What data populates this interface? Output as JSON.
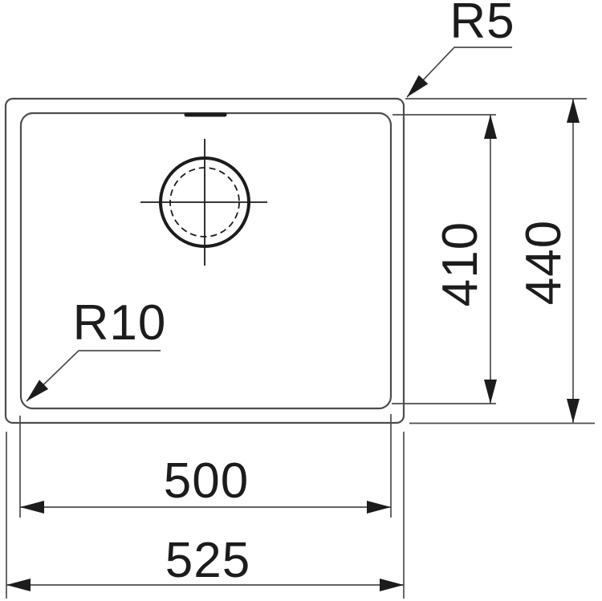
{
  "drawing": {
    "type": "technical-drawing",
    "subject": "Kitchen sink top view with installation dimensions (mm)",
    "colors": {
      "line": "#4d4d4d",
      "dark": "#1c1c1c",
      "bg": "#ffffff"
    },
    "dimensions": {
      "outer_corner_radius": {
        "label": "R5",
        "meaning": "radius of outer rim corner"
      },
      "bowl_corner_radius": {
        "label": "R10",
        "meaning": "radius of bowl corner"
      },
      "bowl_height": {
        "label": "410",
        "meaning": "bowl depth front-to-back"
      },
      "outer_height": {
        "label": "440",
        "meaning": "overall depth front-to-back"
      },
      "bowl_width": {
        "label": "500",
        "meaning": "bowl width"
      },
      "outer_width": {
        "label": "525",
        "meaning": "overall width"
      }
    }
  }
}
